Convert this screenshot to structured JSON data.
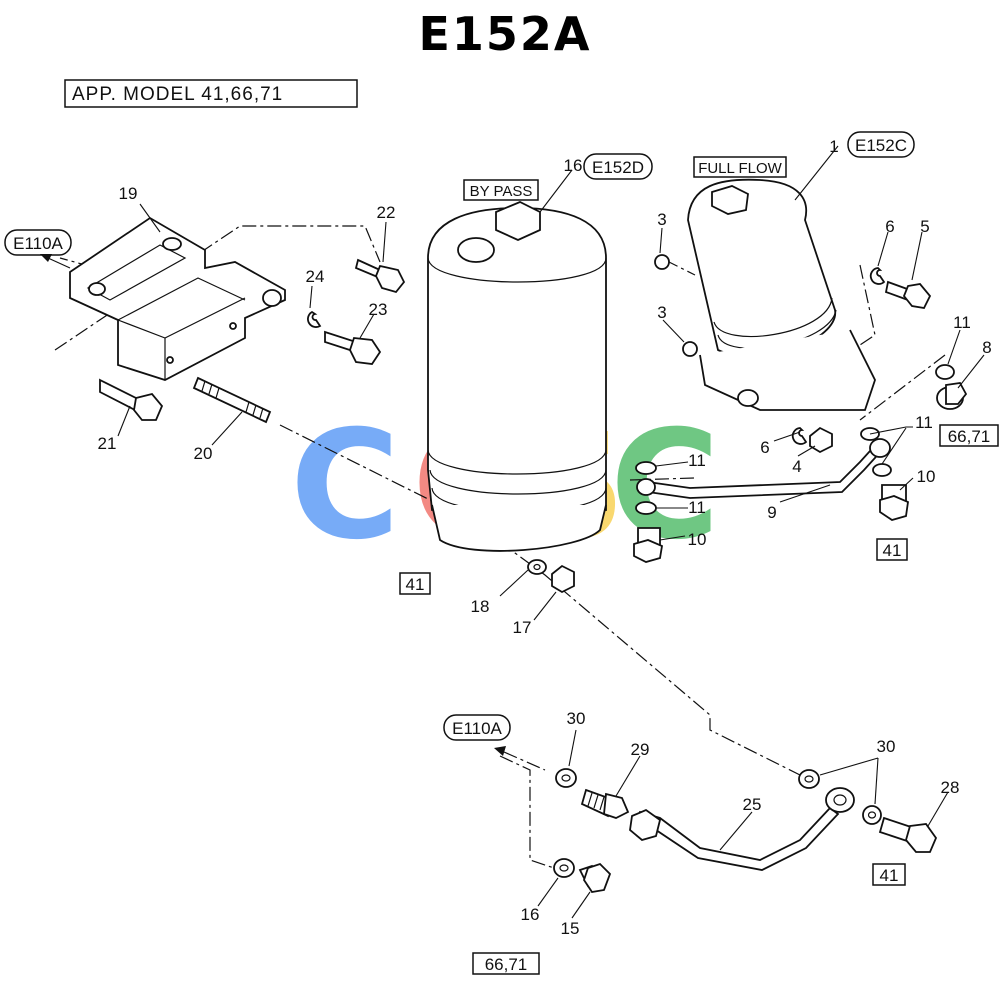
{
  "title": "E152A",
  "applicable_model": "APP. MODEL 41,66,71",
  "ref_labels": {
    "e152c": "E152C",
    "e152d": "E152D",
    "e110a_top": "E110A",
    "e110a_bottom": "E110A"
  },
  "tags": {
    "by_pass": "BY PASS",
    "full_flow": "FULL FLOW"
  },
  "model_boxes": {
    "box_41_left": "41",
    "box_41_right": "41",
    "box_41_bottom": "41",
    "box_6671_right": "66,71",
    "box_6671_bottom": "66,71"
  },
  "part_numbers": [
    {
      "id": "p1",
      "label": "1"
    },
    {
      "id": "p3a",
      "label": "3"
    },
    {
      "id": "p3b",
      "label": "3"
    },
    {
      "id": "p4",
      "label": "4"
    },
    {
      "id": "p5",
      "label": "5"
    },
    {
      "id": "p6a",
      "label": "6"
    },
    {
      "id": "p6b",
      "label": "6"
    },
    {
      "id": "p8",
      "label": "8"
    },
    {
      "id": "p9",
      "label": "9"
    },
    {
      "id": "p10a",
      "label": "10"
    },
    {
      "id": "p10b",
      "label": "10"
    },
    {
      "id": "p11a",
      "label": "11"
    },
    {
      "id": "p11b",
      "label": "11"
    },
    {
      "id": "p11c",
      "label": "11"
    },
    {
      "id": "p11d",
      "label": "11"
    },
    {
      "id": "p15",
      "label": "15"
    },
    {
      "id": "p16a",
      "label": "16"
    },
    {
      "id": "p16b",
      "label": "16"
    },
    {
      "id": "p17",
      "label": "17"
    },
    {
      "id": "p18",
      "label": "18"
    },
    {
      "id": "p19",
      "label": "19"
    },
    {
      "id": "p20",
      "label": "20"
    },
    {
      "id": "p21",
      "label": "21"
    },
    {
      "id": "p22",
      "label": "22"
    },
    {
      "id": "p23",
      "label": "23"
    },
    {
      "id": "p24",
      "label": "24"
    },
    {
      "id": "p25",
      "label": "25"
    },
    {
      "id": "p28",
      "label": "28"
    },
    {
      "id": "p29",
      "label": "29"
    },
    {
      "id": "p30a",
      "label": "30"
    },
    {
      "id": "p30b",
      "label": "30"
    }
  ],
  "watermark": {
    "letters": [
      "C",
      "G",
      "S",
      "C"
    ],
    "colors": [
      "#4a8ff5",
      "#f0625a",
      "#f7cc3f",
      "#3fb55a"
    ]
  }
}
